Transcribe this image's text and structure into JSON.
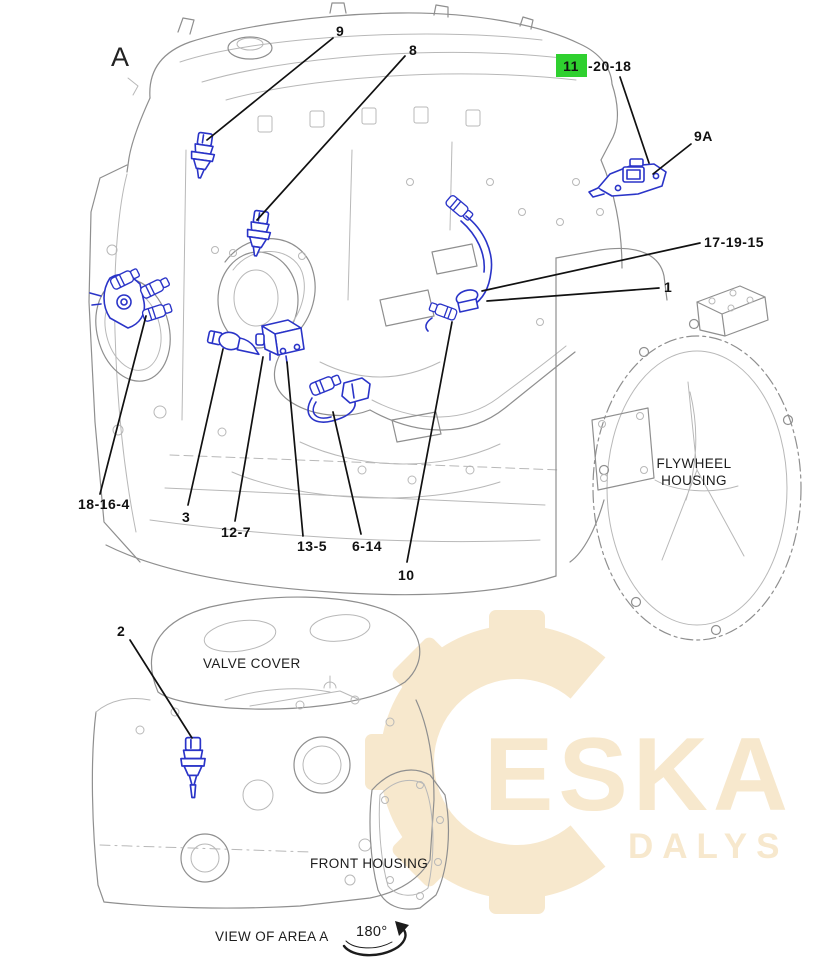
{
  "colors": {
    "part_highlight_blue": "#2a34c8",
    "selected_callout_green": "#2fd02f",
    "leader_line_black": "#111111",
    "line_art_gray": "#8f8f8f",
    "watermark_beige": "#f7e8cd"
  },
  "callouts": {
    "c9": "9",
    "c8": "8",
    "c11_highlighted": "11",
    "c11_suffix": "-20-18",
    "c9a": "9A",
    "c17_19_15": "17-19-15",
    "c1": "1",
    "c18_16_4": "18-16-4",
    "c3": "3",
    "c12_7": "12-7",
    "c13_5": "13-5",
    "c6_14": "6-14",
    "c10": "10",
    "c2": "2"
  },
  "annotations": {
    "area_letter": "A",
    "flywheel_line1": "FLYWHEEL",
    "flywheel_line2": "HOUSING",
    "valve_cover": "VALVE COVER",
    "front_housing": "FRONT HOUSING",
    "view_caption": "VIEW OF AREA A",
    "rotation_degrees": "180°"
  },
  "watermark": {
    "brand": "ESKA",
    "subtitle": "DALYS"
  }
}
